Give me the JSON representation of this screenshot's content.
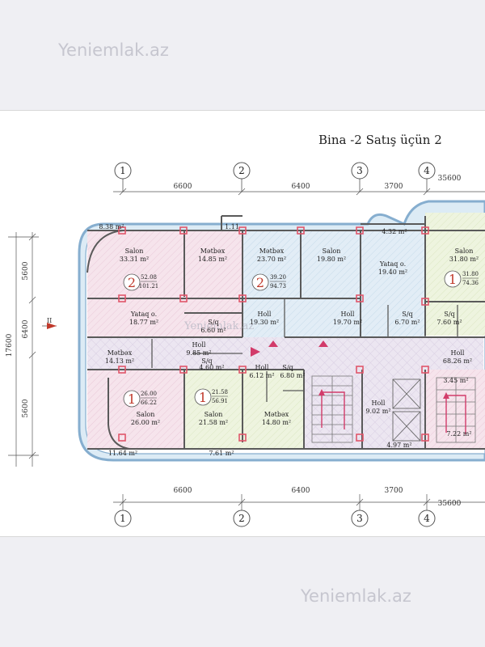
{
  "watermarks": [
    "Yeniemlak.az",
    "Yeniemlak.az"
  ],
  "plan_title": "Bina -2   Satış üçün  2",
  "axes": [
    "1",
    "2",
    "3",
    "4"
  ],
  "dimensions_horizontal": [
    "6600",
    "6400",
    "3700",
    "35600"
  ],
  "dimensions_vertical": [
    "5600",
    "17600",
    "6400",
    "5600"
  ],
  "section_mark": "II",
  "overlay_watermark": "Yeniemlak.az",
  "rooms": [
    {
      "name": "",
      "area": "8.38 m²"
    },
    {
      "name": "",
      "area": "1.11"
    },
    {
      "name": "",
      "area": "4.32 m²"
    },
    {
      "name": "Salon",
      "area": "33.31 m²"
    },
    {
      "name": "Mətbəx",
      "area": "14.85 m²"
    },
    {
      "name": "Mətbəx",
      "area": "23.70 m²"
    },
    {
      "name": "Salon",
      "area": "19.80 m²"
    },
    {
      "name": "Yataq o.",
      "area": "19.40 m²"
    },
    {
      "name": "Salon",
      "area": "31.80 m²"
    },
    {
      "name": "Yataq o.",
      "area": "18.77 m²"
    },
    {
      "name": "S/q",
      "area": "6.60 m²"
    },
    {
      "name": "Holl",
      "area": "19.30 m²"
    },
    {
      "name": "Holl",
      "area": "19.70 m²"
    },
    {
      "name": "S/q",
      "area": "6.70 m²"
    },
    {
      "name": "S/q",
      "area": "7.60 m²"
    },
    {
      "name": "Mətbəx",
      "area": "14.13 m²"
    },
    {
      "name": "Holl",
      "area": "9.85 m²"
    },
    {
      "name": "S/q",
      "area": "4.60 m²"
    },
    {
      "name": "Holl",
      "area": "6.12 m²"
    },
    {
      "name": "S/q",
      "area": "6.80 m²"
    },
    {
      "name": "Holl",
      "area": "68.26 m²"
    },
    {
      "name": "",
      "area": "3.45 m²"
    },
    {
      "name": "Holl",
      "area": "9.02 m²"
    },
    {
      "name": "Salon",
      "area": "26.00 m²"
    },
    {
      "name": "Salon",
      "area": "21.58 m²"
    },
    {
      "name": "Mətbəx",
      "area": "14.80 m²"
    },
    {
      "name": "",
      "area": "4.97 m²"
    },
    {
      "name": "",
      "area": "7.22 m²"
    },
    {
      "name": "",
      "area": "11.64 m²"
    },
    {
      "name": "",
      "area": "7.61 m²"
    }
  ],
  "apartments": [
    {
      "rooms": "2",
      "area_1": "52.08",
      "area_2": "101.21"
    },
    {
      "rooms": "2",
      "area_1": "39.20",
      "area_2": "94.73"
    },
    {
      "rooms": "1",
      "area_1": "31.80",
      "area_2": "74.36"
    },
    {
      "rooms": "1",
      "area_1": "26.00",
      "area_2": "66.22"
    },
    {
      "rooms": "1",
      "area_1": "21.58",
      "area_2": "56.91"
    }
  ],
  "colors": {
    "pink_unit": "#f6e4ec",
    "blue_unit": "#e2edf6",
    "green_unit": "#eef4df",
    "common": "#ece6f1",
    "wall": "#5a5a5a",
    "column": "#e0566a",
    "balcony": "#86aecf",
    "arrow": "#d23b6a"
  }
}
